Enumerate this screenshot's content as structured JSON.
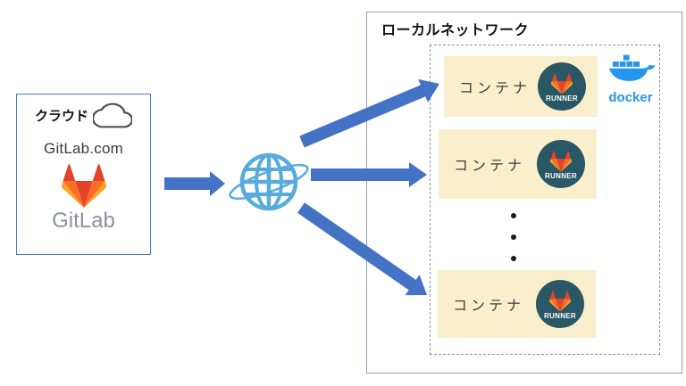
{
  "cloud_box": {
    "title": "クラウド",
    "service_name": "GitLab.com",
    "wordmark": "GitLab"
  },
  "network": {
    "title": "ローカルネットワーク",
    "docker": {
      "label": "docker"
    },
    "containers": [
      {
        "label": "コンテナ",
        "runner_badge": "RUNNER"
      },
      {
        "label": "コンテナ",
        "runner_badge": "RUNNER"
      },
      {
        "label": "コンテナ",
        "runner_badge": "RUNNER"
      }
    ],
    "ellipsis_dots": 3
  },
  "connections": {
    "globe_icon": "internet-globe",
    "arrows": [
      "cloud-to-internet",
      "internet-to-container-1",
      "internet-to-container-2",
      "internet-to-container-3"
    ]
  },
  "colors": {
    "arrow_blue": "#4472c4",
    "globe_blue": "#58acdc",
    "container_fill": "#faefcd",
    "runner_teal": "#2a5766",
    "docker_blue": "#2496ed",
    "cloud_box_border": "#4f79c0",
    "network_box_border": "#8ea0b8",
    "gitlab_orange": "#fc6d26",
    "gitlab_red": "#e24329",
    "gitlab_yellow": "#fca326"
  }
}
